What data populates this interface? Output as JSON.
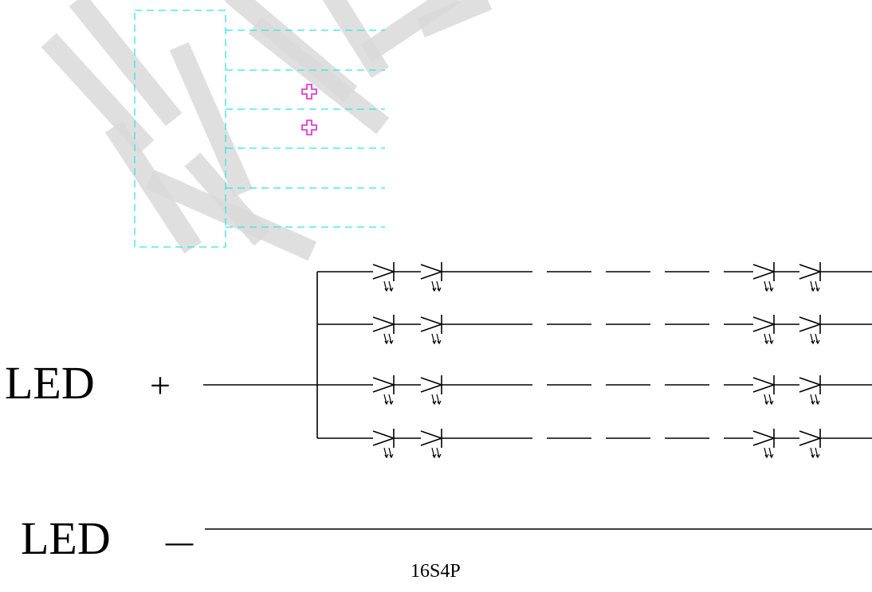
{
  "diagram": {
    "labels": {
      "positive_prefix": "LED",
      "positive_sign": "+",
      "negative_prefix": "LED",
      "negative_sign": "—"
    },
    "caption": "16S4P",
    "configuration": {
      "series": 16,
      "parallel": 4
    },
    "colors": {
      "wire": "#000000",
      "guide": "#2ee6e6",
      "marker": "#e020d0",
      "watermark": "#d9d9d9",
      "background": "#ffffff"
    },
    "icons": [
      "led-diode-icon",
      "crosshair-marker-icon",
      "watermark-glyph"
    ]
  }
}
